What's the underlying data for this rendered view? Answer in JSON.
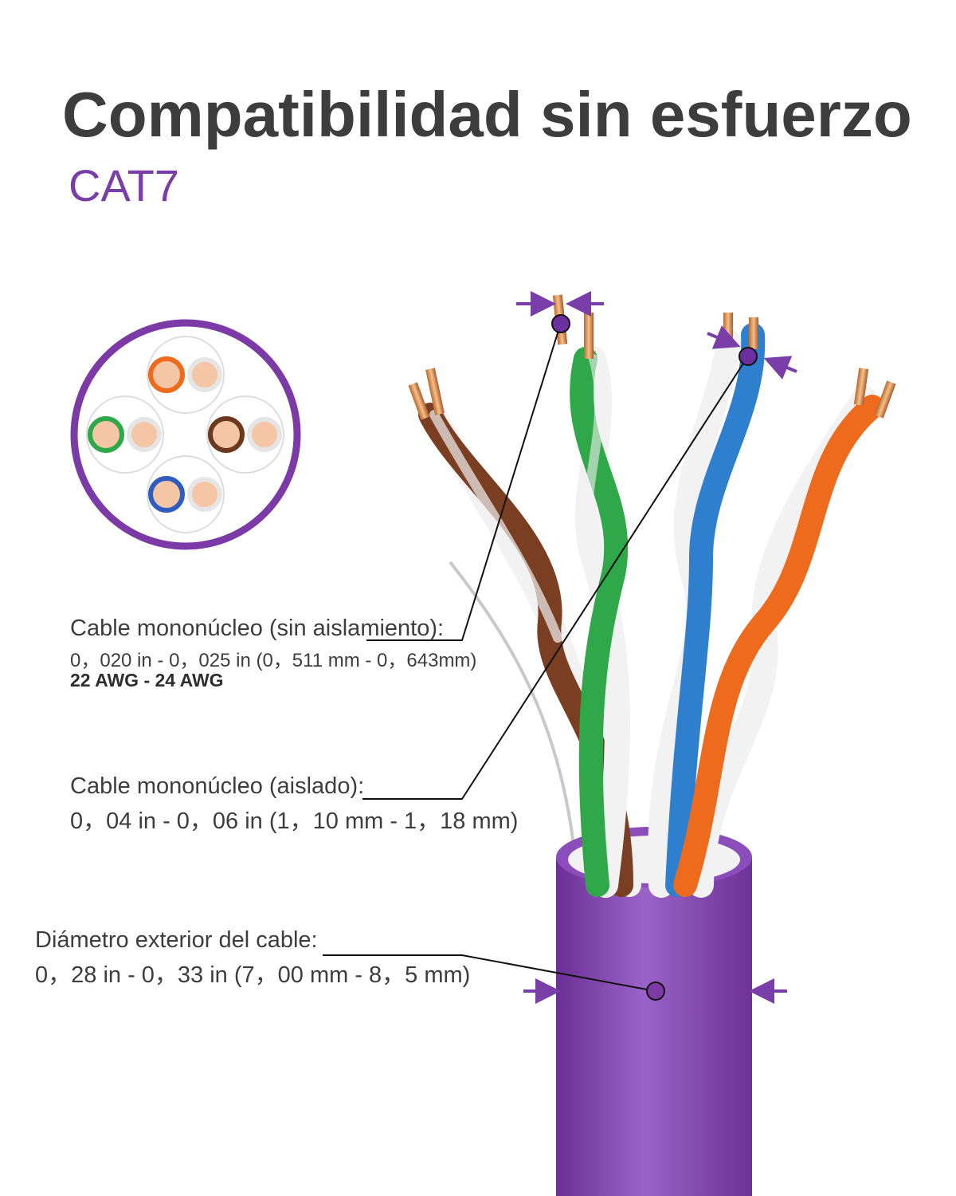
{
  "header": {
    "title": "Compatibilidad sin esfuerzo",
    "subtitle": "CAT7"
  },
  "callouts": {
    "bare_wire": {
      "label": "Cable mononúcleo (sin aislamiento):",
      "size": "0，020 in - 0，025 in (0，511 mm - 0，643mm)",
      "gauge": "22 AWG - 24 AWG"
    },
    "insulated_wire": {
      "label": "Cable mononúcleo (aislado):",
      "size": "0，04 in - 0，06 in (1，10 mm - 1，18 mm)"
    },
    "outer_diameter": {
      "label": "Diámetro exterior del cable:",
      "size": "0，28 in - 0，33 in (7，00 mm - 8，5 mm)"
    }
  },
  "colors": {
    "accent_purple": "#7a3ea8",
    "jacket_purple": "#7b3aa6",
    "pair_orange": "#ee6a1c",
    "pair_green": "#2fa84a",
    "pair_brown": "#7a3f22",
    "pair_blue": "#2f7fcf",
    "copper": "#e6a777"
  }
}
